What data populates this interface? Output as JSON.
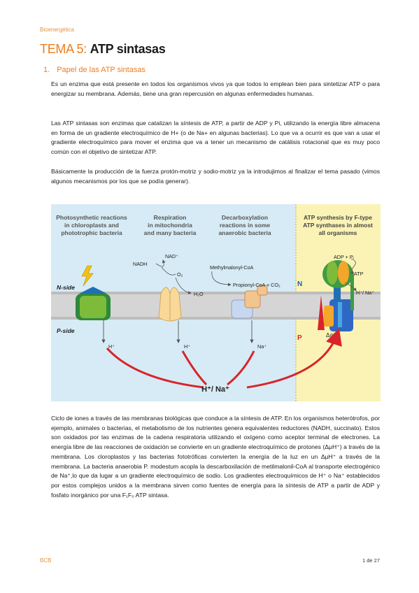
{
  "header": {
    "course": "Bioenergética"
  },
  "title": {
    "prefix": "TEMA 5: ",
    "name": "ATP sintasas"
  },
  "section": {
    "number": "1.",
    "title": "Papel de las ATP sintasas"
  },
  "paragraphs": [
    "Es un enzima que está presente en todos los organismos vivos ya que todos lo emplean bien para sintetizar ATP o para energizar su membrana. Además, tiene una gran repercusión en algunas enfermedades humanas.",
    "Las ATP sintasas son enzimas que catalizan la síntesis de ATP, a partir de ADP y Pi, utilizando la energía libre almacena en forma de un gradiente electroquímico de H+ (o de Na+ en algunas bacterias). Lo que va a ocurrir es que van a usar el gradiente electroquímico para mover el enzima que va a tener un mecanismo de catálisis rotacional que es muy poco común con el objetivo de sintetizar ATP.",
    "Básicamente la producción de la fuerza protón-motriz y sodio-motriz ya la introdujimos al finalizar el tema pasado (vimos algunos mecanismos por los que se podía generar).",
    "Ciclo de iones a través de las membranas biológicas que conduce a la síntesis de ATP. En los organismos heterótrofos, por ejemplo, animales o bacterias, el metabolismo de los nutrientes genera equivalentes reductores (NADH, succinato). Estos son oxidados por las enzimas de la cadena respiratoria utilizando el oxígeno como aceptor terminal de electrones. La energía libre de las reacciones de oxidación se convierte en un gradiente electroquímico de protones (ΔμH⁺) a través de la membrana. Los cloroplastos y las bacterias fototróficas convierten la energía de la luz en un ΔμH⁺ a través de la membrana. La bacteria anaerobia P. modestum acopla la descarboxilación de metilmalonil-CoA al transporte electrogénico de Na⁺,lo que da lugar a un gradiente electroquímico de sodio. Los gradientes electroquímicos de H⁺ o Na⁺ establecidos por estos complejos unidos a la membrana sirven como fuentes de energía para la síntesis de ATP a partir de ADP y fosfato inorgánico por una F₁F₀ ATP sintasa."
  ],
  "figure": {
    "panels": [
      {
        "line1": "Photosynthetic reactions",
        "line2": "in chloroplasts and",
        "line3": "phototrophic bacteria"
      },
      {
        "line1": "Respiration",
        "line2": "in mitochondria",
        "line3": "and many bacteria"
      },
      {
        "line1": "Decarboxylation",
        "line2": "reactions in some",
        "line3": "anaerobic bacteria"
      },
      {
        "line1": "ATP synthesis by F-type",
        "line2": "ATP synthases in almost",
        "line3": "all organisms"
      }
    ],
    "side_labels": {
      "n_side": "N-side",
      "p_side": "P-side",
      "n": "N",
      "p": "P",
      "delta_psi": "Δψ"
    },
    "labels": {
      "nadh": "NADH",
      "nad": "NAD⁺",
      "o2": "O₂",
      "h2o": "H₂O",
      "methylmalonyl": "Methylmalonyl-CoA",
      "propionyl": "Propionyl-CoA + CO₂",
      "adp": "ADP + Pᵢ",
      "atp": "ATP",
      "h_na_right": "H⁺/ Na⁺",
      "h1": "H⁺",
      "h2": "H⁺",
      "na": "Na⁺",
      "h_na_bottom": "H⁺/ Na⁺"
    },
    "colors": {
      "blue_bg": "#d6ebf5",
      "yellow_bg": "#fbf3b5",
      "membrane": "#c9c9c9",
      "arrow": "#d9242b"
    }
  },
  "footer": {
    "left": "BCB",
    "right": "1 de 27"
  }
}
